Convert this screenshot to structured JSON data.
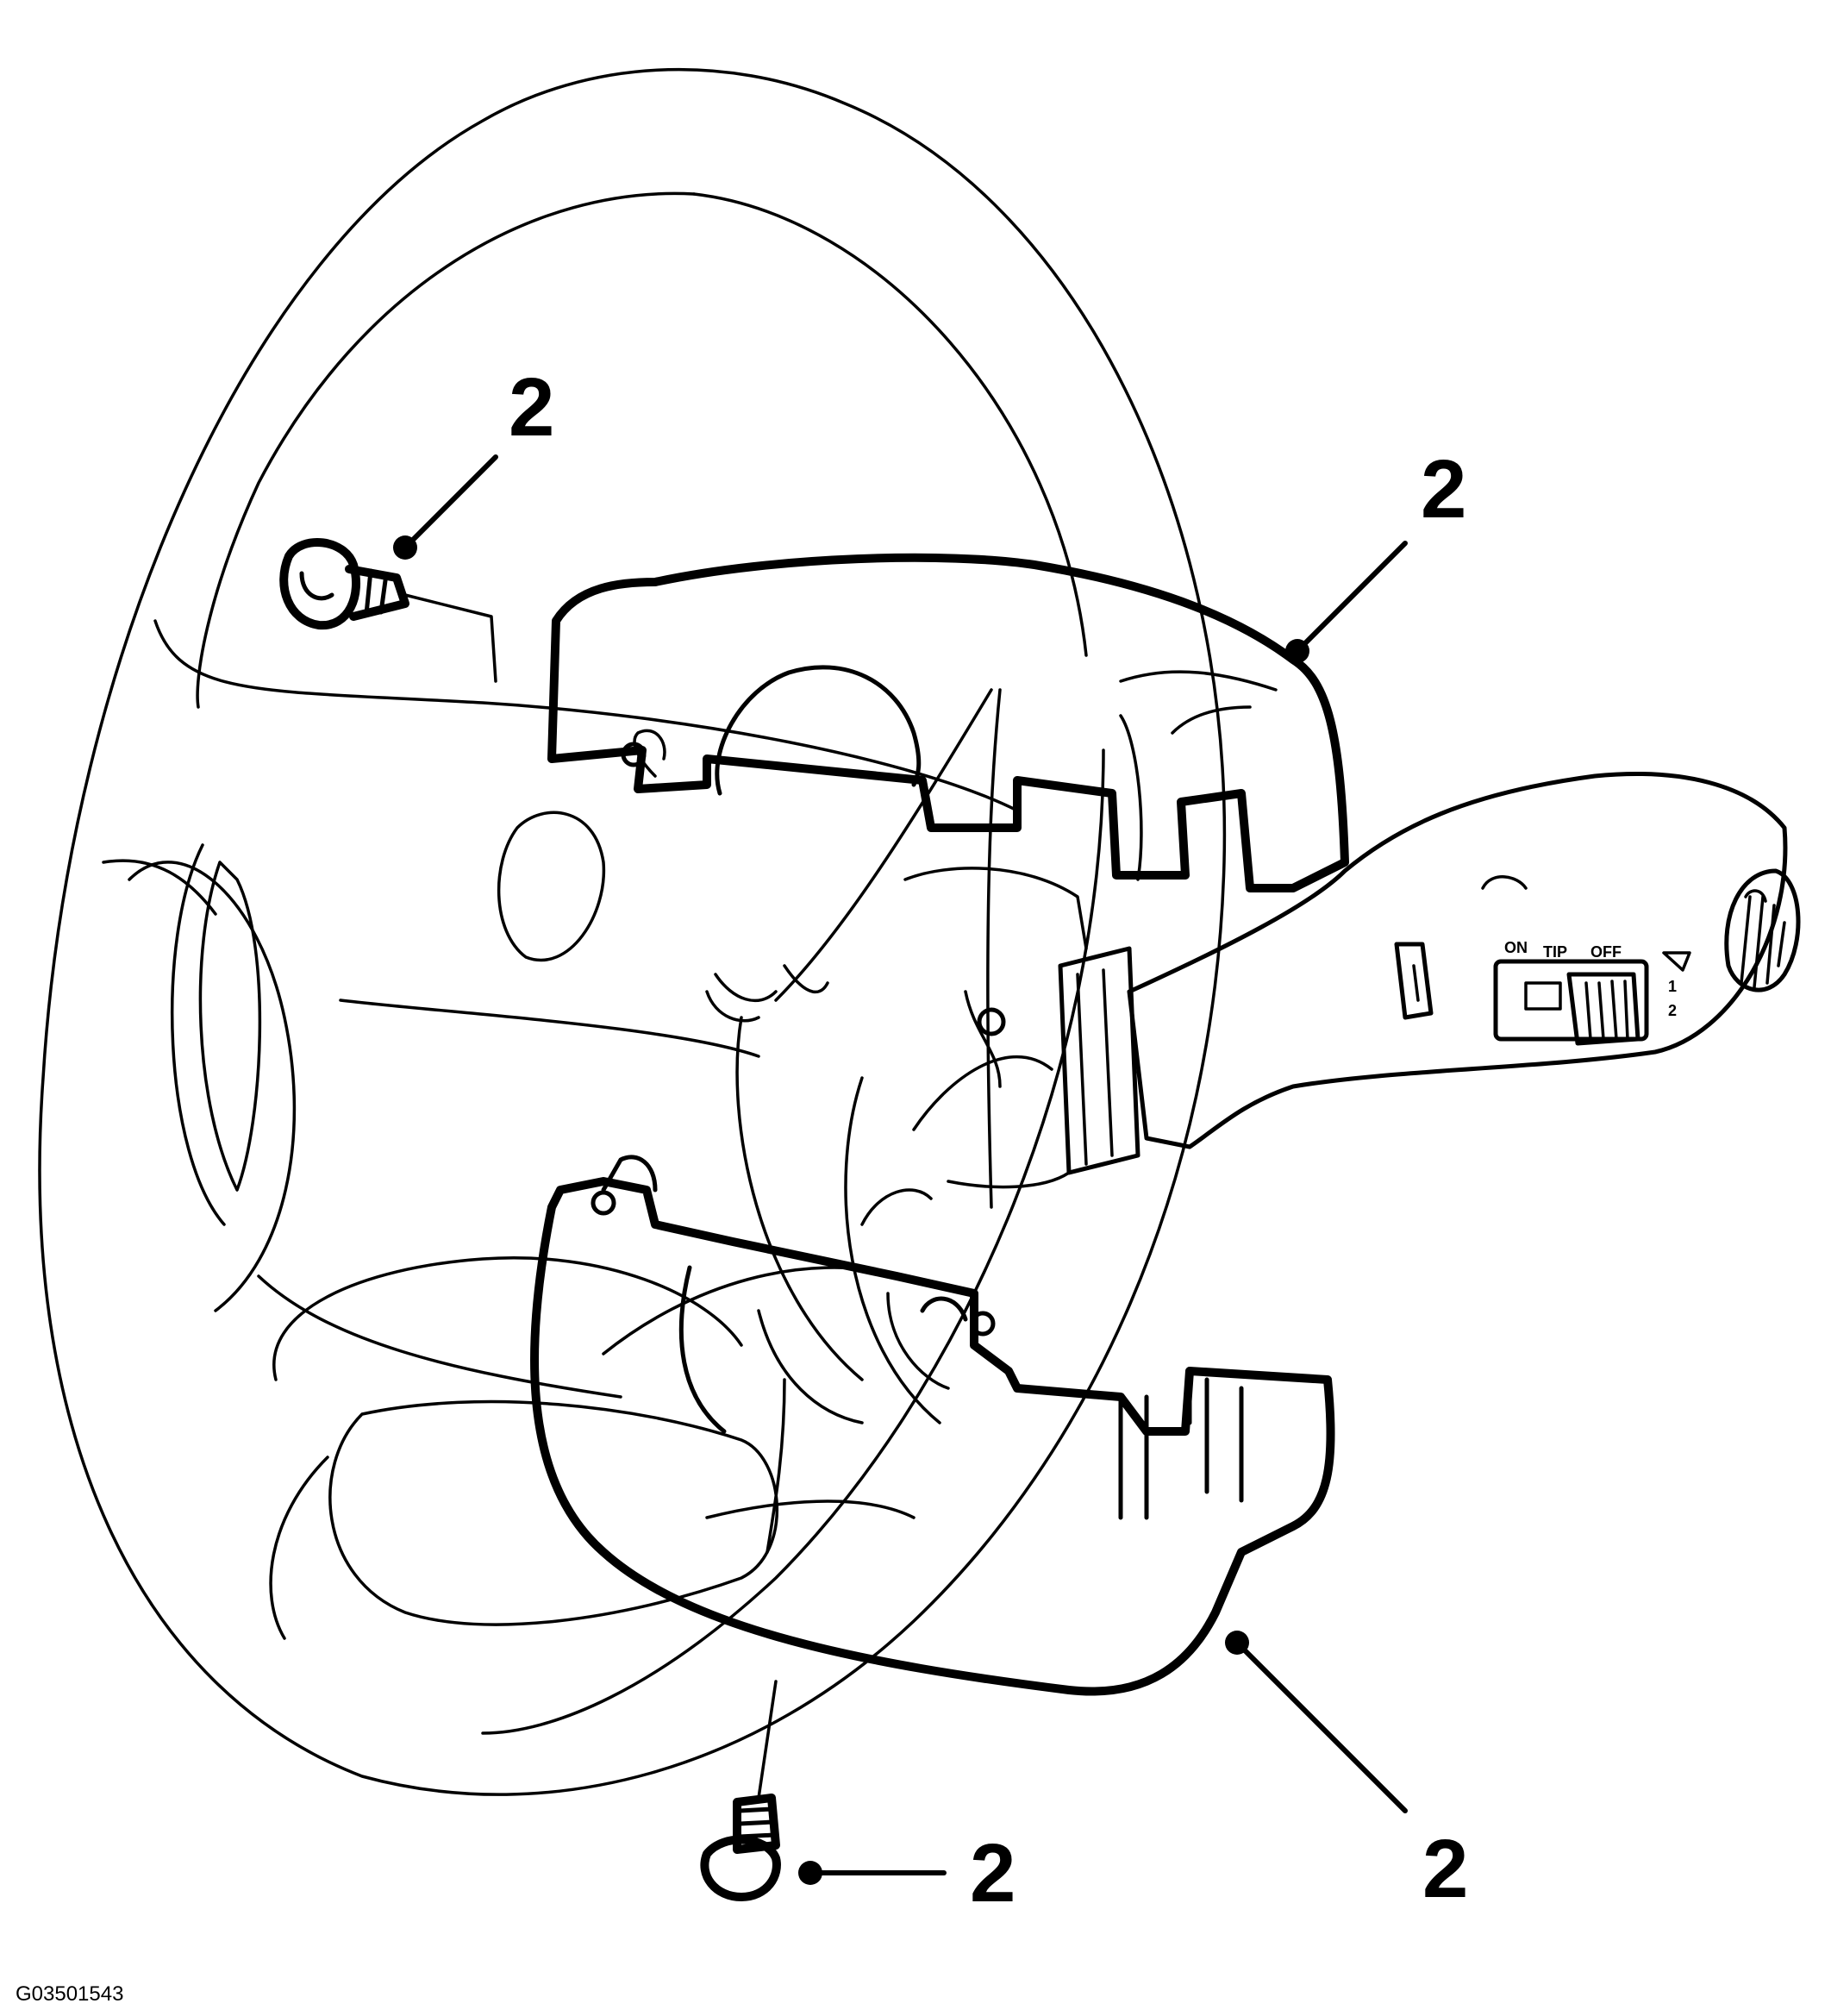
{
  "callouts": [
    "2",
    "2",
    "2",
    "2"
  ],
  "switch_labels": {
    "on": "ON",
    "tip": "TIP",
    "off": "OFF",
    "pos1": "1",
    "pos2": "2"
  },
  "figure_id": "G03501543"
}
